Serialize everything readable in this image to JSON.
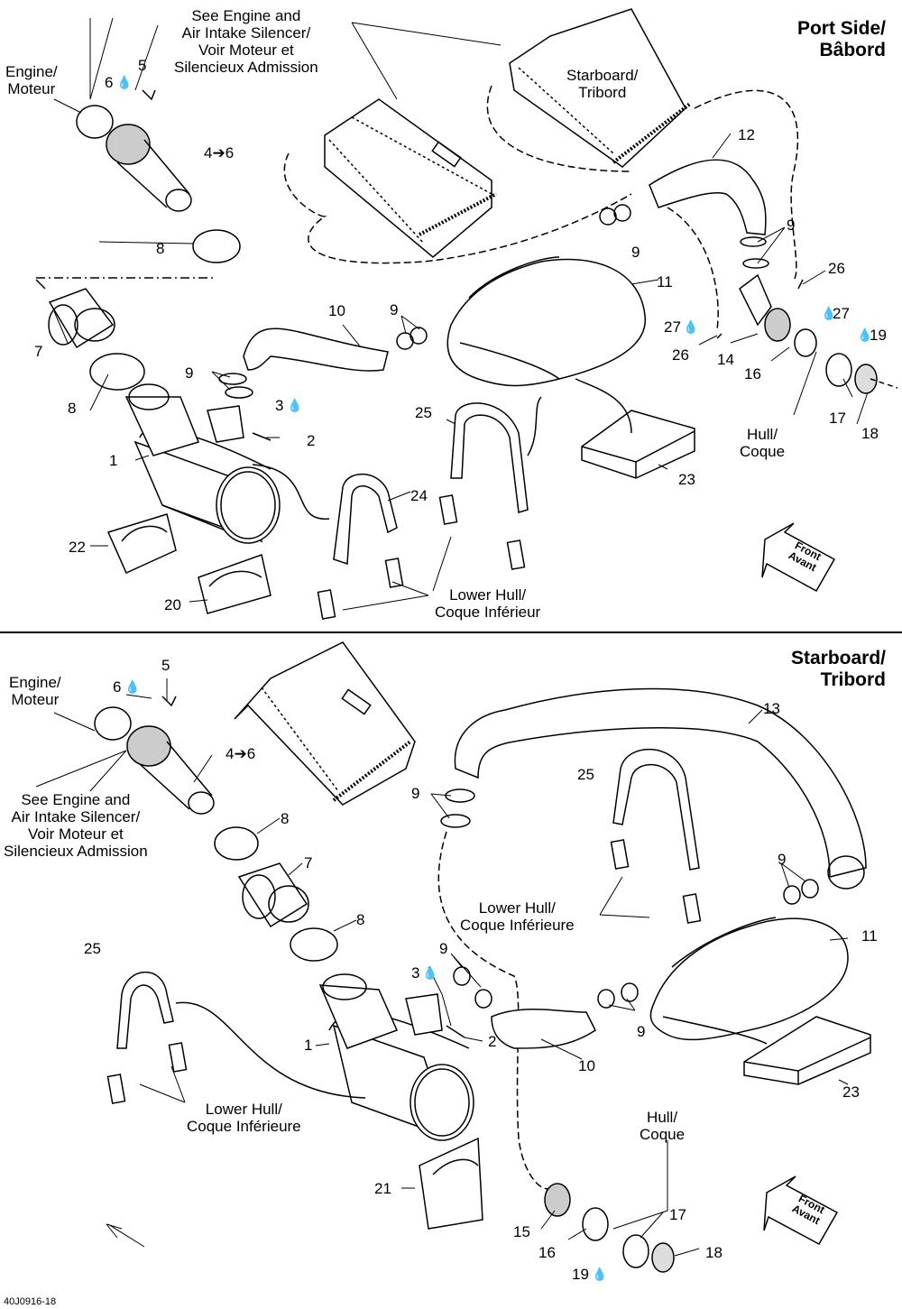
{
  "figure_code": "40J0916-18",
  "panels": [
    {
      "title_line1": "Port Side/",
      "title_line2": "Bâbord",
      "notes": {
        "see_engine": [
          "See Engine and",
          "Air Intake Silencer/",
          "Voir Moteur et",
          "Silencieux Admission"
        ],
        "engine": [
          "Engine/",
          "Moteur"
        ],
        "starboard": [
          "Starboard/",
          "Tribord"
        ],
        "hull": [
          "Hull/",
          "Coque"
        ],
        "lower_hull": [
          "Lower Hull/",
          "Coque Inférieur"
        ],
        "front": [
          "Front",
          "Avant"
        ]
      },
      "callouts": {
        "p5": "5",
        "p6": "6",
        "p4to6": "4➔6",
        "p8a": "8",
        "p7": "7",
        "p8b": "8",
        "p1": "1",
        "p2": "2",
        "p3": "3",
        "p9a": "9",
        "p9b": "9",
        "p9c": "9",
        "p9d": "9",
        "p10": "10",
        "p11": "11",
        "p12": "12",
        "p26a": "26",
        "p27a": "27",
        "p27b": "27",
        "p26b": "26",
        "p14": "14",
        "p16": "16",
        "p19": "19",
        "p17": "17",
        "p18": "18",
        "p25": "25",
        "p24": "24",
        "p23": "23",
        "p22": "22",
        "p20": "20"
      }
    },
    {
      "title_line1": "Starboard/",
      "title_line2": "Tribord",
      "notes": {
        "engine": [
          "Engine/",
          "Moteur"
        ],
        "see_engine": [
          "See Engine and",
          "Air Intake Silencer/",
          "Voir Moteur et",
          "Silencieux Admission"
        ],
        "lower_hull_a": [
          "Lower Hull/",
          "Coque Inférieure"
        ],
        "lower_hull_b": [
          "Lower Hull/",
          "Coque Inférieure"
        ],
        "hull": [
          "Hull/",
          "Coque"
        ],
        "front": [
          "Front",
          "Avant"
        ]
      },
      "callouts": {
        "p5": "5",
        "p6": "6",
        "p4to6": "4➔6",
        "p8a": "8",
        "p7": "7",
        "p8b": "8",
        "p13": "13",
        "p25a": "25",
        "p9a": "9",
        "p9b": "9",
        "p9c": "9",
        "p9d": "9",
        "p11": "11",
        "p25b": "25",
        "p3": "3",
        "p1": "1",
        "p2": "2",
        "p10": "10",
        "p23": "23",
        "p21": "21",
        "p15": "15",
        "p16": "16",
        "p17": "17",
        "p18": "18",
        "p19": "19"
      }
    }
  ]
}
